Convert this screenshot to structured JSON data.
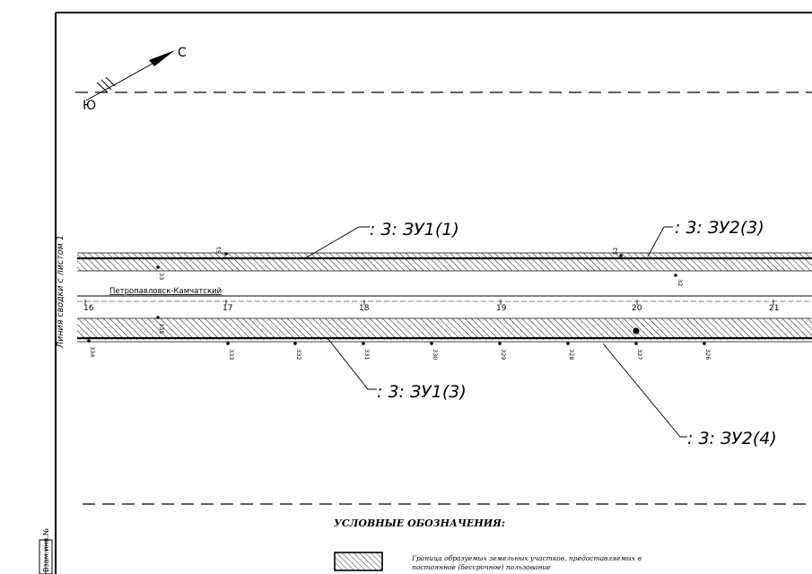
{
  "north_arrow": {
    "north_label": "С",
    "south_label": "Ю"
  },
  "road": {
    "name": "Петропавловск-Камчатский"
  },
  "kilometer_marks": [
    "16",
    "17",
    "18",
    "19",
    "20",
    "21"
  ],
  "parcels": {
    "zu1_1": ": 3: ЗУ1(1)",
    "zu2_3": ": 3: ЗУ2(3)",
    "zu1_3": ": 3: ЗУ1(3)",
    "zu2_4": ": 3: ЗУ2(4)"
  },
  "upper_strip_points": [
    "51",
    "33",
    "52",
    "32"
  ],
  "lower_strip_points": [
    "334",
    "335",
    "333",
    "332",
    "331",
    "330",
    "329",
    "328",
    "327",
    "326"
  ],
  "side_label": "Линия сводки с листом 1",
  "stamp_label": "Взам.инв.№",
  "legend": {
    "title": "УСЛОВНЫЕ ОБОЗНАЧЕНИЯ:",
    "item_line1": "Граница образуемых земельных участков, предоставляемых в",
    "item_line2": "постоянное (бессрочное) пользование"
  }
}
